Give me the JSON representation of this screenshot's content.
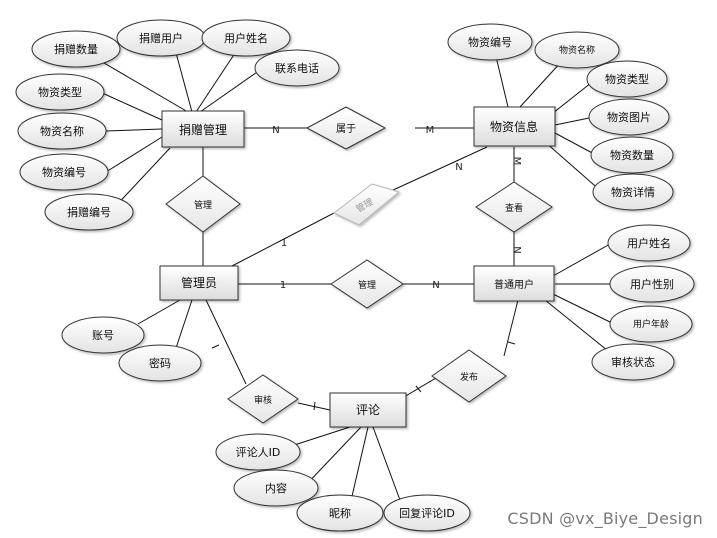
{
  "entities": {
    "donation_mgmt": "捐赠管理",
    "material_info": "物资信息",
    "admin": "管理员",
    "user": "普通用户",
    "comment": "评论"
  },
  "relations": {
    "belongs": "属于",
    "manage_donation": "管理",
    "manage_material": "管理",
    "manage_user": "管理",
    "view": "查看",
    "review": "审核",
    "publish": "发布"
  },
  "attributes": {
    "donation_qty": "捐赠数量",
    "donor_user": "捐赠用户",
    "donor_name": "用户姓名",
    "donor_phone": "联系电话",
    "don_mat_type": "物资类型",
    "don_mat_name": "物资名称",
    "don_mat_no": "物资编号",
    "donation_no": "捐赠编号",
    "mat_no": "物资编号",
    "mat_name": "物资名称",
    "mat_type": "物资类型",
    "mat_image": "物资图片",
    "mat_qty": "物资数量",
    "mat_detail": "物资详情",
    "user_name": "用户姓名",
    "user_gender": "用户性别",
    "user_age": "用户年龄",
    "user_status": "审核状态",
    "admin_account": "账号",
    "admin_password": "密码",
    "commenter_id": "评论人ID",
    "comment_content": "内容",
    "comment_nickname": "昵称",
    "reply_comment_id": "回复评论ID"
  },
  "cardinality": {
    "belongs_donation": "N",
    "belongs_material": "M",
    "material_view": "M",
    "view_user": "N",
    "admin_manage_material": "1",
    "manage_material_info": "N",
    "admin_manage_user": "1",
    "manage_user_side": "N",
    "admin_review": "1",
    "review_comment": "1",
    "comment_publish": "1",
    "publish_user": "1"
  },
  "watermark": "CSDN @vx_Biye_Design"
}
